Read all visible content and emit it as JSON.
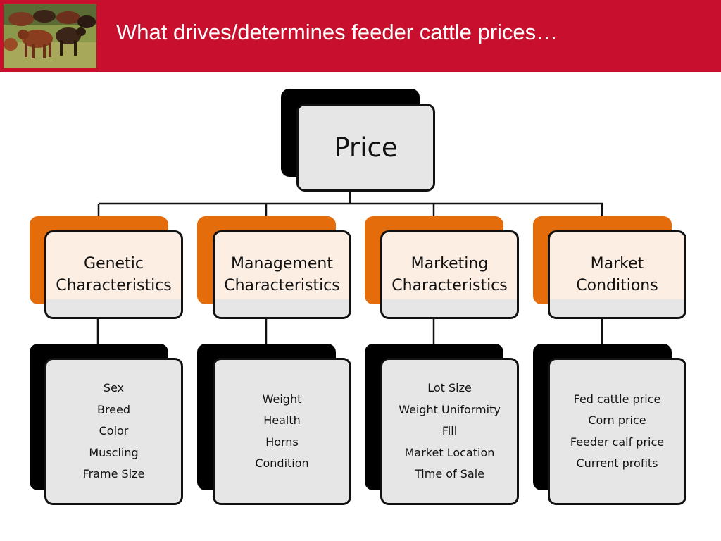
{
  "header": {
    "title": "What drives/determines feeder cattle prices…",
    "photo_icon": "cattle-herd-photo",
    "background_color": "#c8102e"
  },
  "diagram": {
    "root": "Price",
    "categories": [
      {
        "line1": "Genetic",
        "line2": "Characteristics",
        "factors": [
          "Sex",
          "Breed",
          "Color",
          "Muscling",
          "Frame Size"
        ]
      },
      {
        "line1": "Management",
        "line2": "Characteristics",
        "factors": [
          "Weight",
          "Health",
          "Horns",
          "Condition"
        ]
      },
      {
        "line1": "Marketing",
        "line2": "Characteristics",
        "factors": [
          "Lot Size",
          "Weight Uniformity",
          "Fill",
          "Market Location",
          "Time of Sale"
        ]
      },
      {
        "line1": "Market",
        "line2": "Conditions",
        "factors": [
          "Fed cattle price",
          "Corn price",
          "Feeder calf price",
          "Current profits"
        ]
      }
    ],
    "colors": {
      "category_accent": "#e46c0a",
      "box_fill": "#e6e6e6",
      "category_fill": "#fdeee3"
    }
  }
}
